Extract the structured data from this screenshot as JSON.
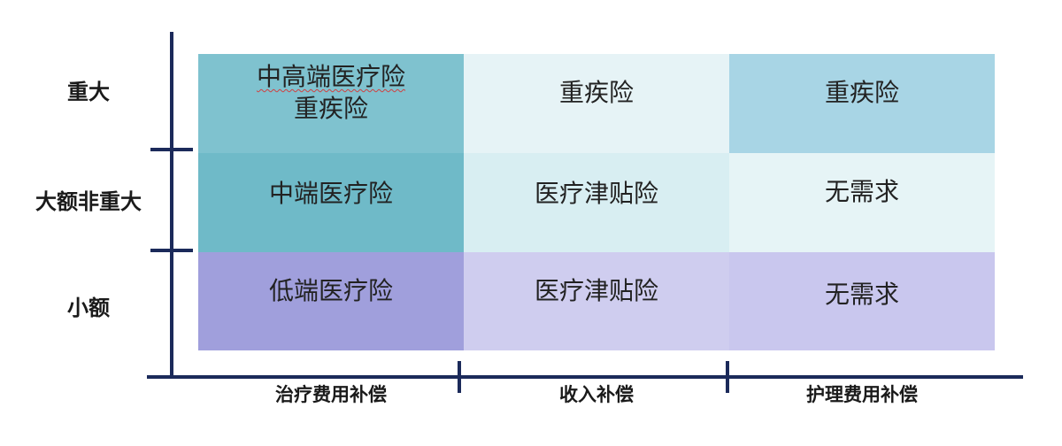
{
  "rows": [
    {
      "label": "重大"
    },
    {
      "label": "大额非重大"
    },
    {
      "label": "小额"
    }
  ],
  "columns": [
    {
      "label": "治疗费用补偿"
    },
    {
      "label": "收入补偿"
    },
    {
      "label": "护理费用补偿"
    }
  ],
  "cells": {
    "r0c0": {
      "line1": "中高端医疗险",
      "line2": "重疾险"
    },
    "r0c1": {
      "text": "重疾险"
    },
    "r0c2": {
      "text": "重疾险"
    },
    "r1c0": {
      "text": "中端医疗险"
    },
    "r1c1": {
      "text": "医疗津贴险"
    },
    "r1c2": {
      "text": "无需求"
    },
    "r2c0": {
      "text": "低端医疗险"
    },
    "r2c1": {
      "text": "医疗津贴险"
    },
    "r2c2": {
      "text": "无需求"
    }
  },
  "colors": {
    "axis": "#1b2a5a",
    "r0c0": "#7fc2cf",
    "r0c1": "#e6f3f6",
    "r0c2": "#a8d5e5",
    "r1c0": "#6fbac8",
    "r1c1": "#d8eef2",
    "r1c2": "#e6f4f6",
    "r2c0": "#a09fdc",
    "r2c1": "#cfcdef",
    "r2c2": "#c9c7ee"
  }
}
